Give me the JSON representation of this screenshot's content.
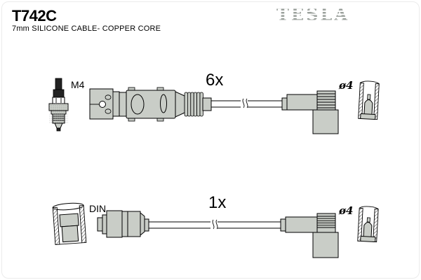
{
  "header": {
    "part_code": "T742C",
    "part_description": "7mm SILICONE CABLE- COPPER CORE",
    "brand": "TESLA"
  },
  "diagram_top": {
    "quantity_label": "6x",
    "spark_plug_thread_label": "M4",
    "terminal_diameter_label": "ø4"
  },
  "diagram_bottom": {
    "quantity_label": "1x",
    "connector_type_label": "DIN",
    "terminal_diameter_label": "ø4"
  },
  "colors": {
    "part_fill": "#c9cdc7",
    "outline": "#000000",
    "logo_gray": "#9ba19c",
    "background": "#ffffff"
  }
}
